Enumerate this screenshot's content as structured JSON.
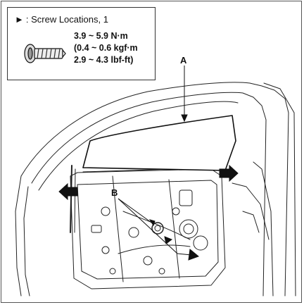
{
  "legend": {
    "marker_symbol": "►",
    "title": ": Screw Locations, 1",
    "torque_lines": [
      "3.9 ~ 5.9 N·m",
      "(0.4 ~ 0.6 kgf·m",
      "2.9 ~ 4.3 lbf-ft)"
    ]
  },
  "callouts": {
    "a": "A",
    "b": "B"
  },
  "colors": {
    "line": "#222222",
    "glass": "#ffffff",
    "background": "#ffffff"
  }
}
